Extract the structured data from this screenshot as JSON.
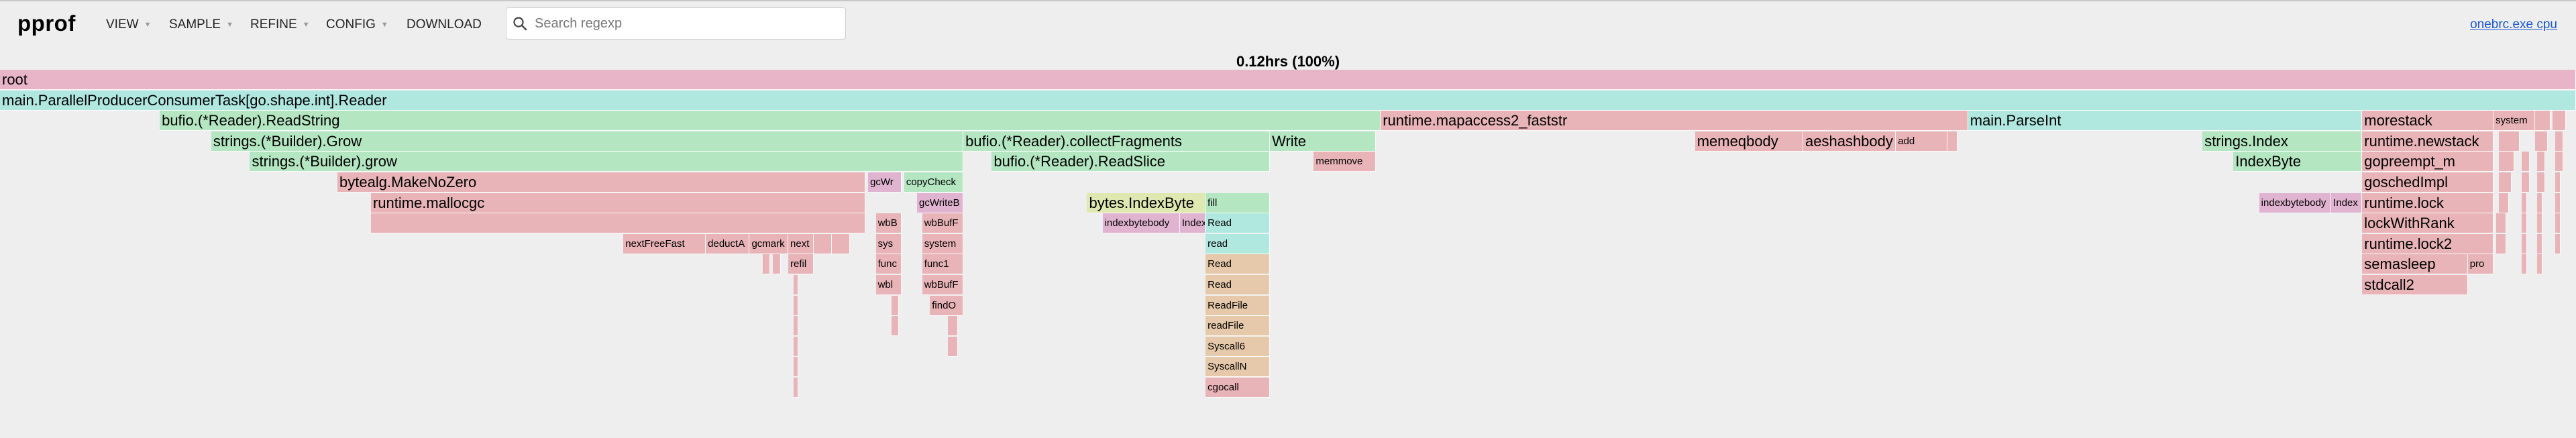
{
  "app": {
    "name": "pprof",
    "binary_link": "onebrc.exe cpu"
  },
  "menu": [
    {
      "id": "view",
      "label": "VIEW",
      "dropdown": true
    },
    {
      "id": "sample",
      "label": "SAMPLE",
      "dropdown": true
    },
    {
      "id": "refine",
      "label": "REFINE",
      "dropdown": true
    },
    {
      "id": "config",
      "label": "CONFIG",
      "dropdown": true
    },
    {
      "id": "download",
      "label": "DOWNLOAD",
      "dropdown": false
    }
  ],
  "search": {
    "placeholder": "Search regexp",
    "value": "",
    "icon": "search-icon"
  },
  "flamegraph": {
    "title": "0.12hrs (100%)",
    "colors": {
      "root": "#e8b4c8",
      "teal": "#b0e8e0",
      "green": "#b4e6c2",
      "pink": "#e8b4b8",
      "orange": "#e6c9aa",
      "yellow": "#dfe8b0",
      "lilac": "#e0b4d0"
    },
    "frames": [
      {
        "name": "root",
        "start": 0.0,
        "end": 100.0,
        "depth": 0,
        "color": "root"
      },
      {
        "name": "main.ParallelProducerConsumerTask[go.shape.int].Reader",
        "start": 0.0,
        "end": 100.0,
        "depth": 1,
        "color": "teal"
      },
      {
        "name": "bufio.(*Reader).ReadString",
        "start": 6.2,
        "end": 53.6,
        "depth": 2,
        "color": "green"
      },
      {
        "name": "runtime.mapaccess2_faststr",
        "start": 53.6,
        "end": 76.4,
        "depth": 2,
        "color": "pink"
      },
      {
        "name": "main.ParseInt",
        "start": 76.4,
        "end": 91.7,
        "depth": 2,
        "color": "teal"
      },
      {
        "name": "morestack",
        "start": 91.7,
        "end": 96.8,
        "depth": 2,
        "color": "pink"
      },
      {
        "name": "system",
        "start": 96.8,
        "end": 98.4,
        "depth": 2,
        "color": "pink"
      },
      {
        "name": "",
        "start": 98.4,
        "end": 99.0,
        "depth": 2,
        "color": "pink"
      },
      {
        "name": "",
        "start": 99.1,
        "end": 99.6,
        "depth": 2,
        "color": "pink"
      },
      {
        "name": "strings.(*Builder).Grow",
        "start": 8.2,
        "end": 37.4,
        "depth": 3,
        "color": "green"
      },
      {
        "name": "bufio.(*Reader).collectFragments",
        "start": 37.4,
        "end": 49.3,
        "depth": 3,
        "color": "green"
      },
      {
        "name": "Write",
        "start": 49.3,
        "end": 53.4,
        "depth": 3,
        "color": "green"
      },
      {
        "name": "memeqbody",
        "start": 65.8,
        "end": 70.0,
        "depth": 3,
        "color": "pink"
      },
      {
        "name": "aeshashbody",
        "start": 70.0,
        "end": 73.6,
        "depth": 3,
        "color": "pink"
      },
      {
        "name": "add",
        "start": 73.6,
        "end": 75.6,
        "depth": 3,
        "color": "pink"
      },
      {
        "name": "",
        "start": 75.6,
        "end": 76.0,
        "depth": 3,
        "color": "pink"
      },
      {
        "name": "strings.Index",
        "start": 85.5,
        "end": 91.7,
        "depth": 3,
        "color": "green"
      },
      {
        "name": "runtime.newstack",
        "start": 91.7,
        "end": 96.8,
        "depth": 3,
        "color": "pink"
      },
      {
        "name": "",
        "start": 97.0,
        "end": 97.8,
        "depth": 3,
        "color": "pink"
      },
      {
        "name": "",
        "start": 98.4,
        "end": 98.9,
        "depth": 3,
        "color": "pink"
      },
      {
        "name": "strings.(*Builder).grow",
        "start": 9.7,
        "end": 37.4,
        "depth": 4,
        "color": "green"
      },
      {
        "name": "bufio.(*Reader).ReadSlice",
        "start": 38.5,
        "end": 49.3,
        "depth": 4,
        "color": "green"
      },
      {
        "name": "memmove",
        "start": 51.0,
        "end": 53.4,
        "depth": 4,
        "color": "pink"
      },
      {
        "name": "IndexByte",
        "start": 86.7,
        "end": 91.7,
        "depth": 4,
        "color": "green"
      },
      {
        "name": "gopreempt_m",
        "start": 91.7,
        "end": 96.8,
        "depth": 4,
        "color": "pink"
      },
      {
        "name": "",
        "start": 97.0,
        "end": 97.6,
        "depth": 4,
        "color": "pink"
      },
      {
        "name": "bytealg.MakeNoZero",
        "start": 13.1,
        "end": 33.6,
        "depth": 5,
        "color": "pink"
      },
      {
        "name": "gcWr",
        "start": 33.7,
        "end": 35.0,
        "depth": 5,
        "color": "lilac"
      },
      {
        "name": "copyCheck",
        "start": 35.1,
        "end": 37.4,
        "depth": 5,
        "color": "green"
      },
      {
        "name": "goschedImpl",
        "start": 91.7,
        "end": 96.8,
        "depth": 5,
        "color": "pink"
      },
      {
        "name": "",
        "start": 97.0,
        "end": 97.5,
        "depth": 5,
        "color": "pink"
      },
      {
        "name": "bytes.IndexByte",
        "start": 42.2,
        "end": 46.8,
        "depth": 6,
        "color": "yellow"
      },
      {
        "name": "fill",
        "start": 46.8,
        "end": 49.3,
        "depth": 6,
        "color": "green"
      },
      {
        "name": "runtime.mallocgc",
        "start": 14.4,
        "end": 33.6,
        "depth": 6,
        "color": "pink"
      },
      {
        "name": "gcWriteB",
        "start": 35.6,
        "end": 37.4,
        "depth": 6,
        "color": "lilac"
      },
      {
        "name": "indexbytebody",
        "start": 87.7,
        "end": 90.5,
        "depth": 6,
        "color": "lilac"
      },
      {
        "name": "Index",
        "start": 90.5,
        "end": 91.7,
        "depth": 6,
        "color": "lilac"
      },
      {
        "name": "runtime.lock",
        "start": 91.7,
        "end": 96.8,
        "depth": 6,
        "color": "pink"
      },
      {
        "name": "",
        "start": 97.0,
        "end": 97.4,
        "depth": 6,
        "color": "pink"
      },
      {
        "name": "indexbytebody",
        "start": 42.8,
        "end": 45.8,
        "depth": 7,
        "color": "lilac"
      },
      {
        "name": "Index",
        "start": 45.8,
        "end": 46.8,
        "depth": 7,
        "color": "lilac"
      },
      {
        "name": "Read",
        "start": 46.8,
        "end": 49.3,
        "depth": 7,
        "color": "teal"
      },
      {
        "name": "wbB",
        "start": 34.0,
        "end": 35.0,
        "depth": 7,
        "color": "pink"
      },
      {
        "name": "wbBufF",
        "start": 35.8,
        "end": 37.4,
        "depth": 7,
        "color": "pink"
      },
      {
        "name": "lockWithRank",
        "start": 91.7,
        "end": 96.8,
        "depth": 7,
        "color": "pink"
      },
      {
        "name": "",
        "start": 14.4,
        "end": 33.6,
        "depth": 7,
        "color": "pink"
      },
      {
        "name": "nextFreeFast",
        "start": 24.2,
        "end": 27.4,
        "depth": 8,
        "color": "pink"
      },
      {
        "name": "deductA",
        "start": 27.4,
        "end": 29.1,
        "depth": 8,
        "color": "pink"
      },
      {
        "name": "gcmark",
        "start": 29.1,
        "end": 30.6,
        "depth": 8,
        "color": "pink"
      },
      {
        "name": "next",
        "start": 30.6,
        "end": 31.6,
        "depth": 8,
        "color": "pink"
      },
      {
        "name": "",
        "start": 31.6,
        "end": 32.3,
        "depth": 8,
        "color": "pink"
      },
      {
        "name": "",
        "start": 32.3,
        "end": 33.0,
        "depth": 8,
        "color": "pink"
      },
      {
        "name": "sys",
        "start": 34.0,
        "end": 35.0,
        "depth": 8,
        "color": "pink"
      },
      {
        "name": "system",
        "start": 35.8,
        "end": 37.4,
        "depth": 8,
        "color": "pink"
      },
      {
        "name": "read",
        "start": 46.8,
        "end": 49.3,
        "depth": 8,
        "color": "teal"
      },
      {
        "name": "runtime.lock2",
        "start": 91.7,
        "end": 96.8,
        "depth": 8,
        "color": "pink"
      },
      {
        "name": "refil",
        "start": 30.6,
        "end": 31.6,
        "depth": 9,
        "color": "pink"
      },
      {
        "name": "func",
        "start": 34.0,
        "end": 35.0,
        "depth": 9,
        "color": "pink"
      },
      {
        "name": "func1",
        "start": 35.8,
        "end": 37.4,
        "depth": 9,
        "color": "pink"
      },
      {
        "name": "Read",
        "start": 46.8,
        "end": 49.3,
        "depth": 9,
        "color": "orange"
      },
      {
        "name": "semasleep",
        "start": 91.7,
        "end": 95.8,
        "depth": 9,
        "color": "pink"
      },
      {
        "name": "pro",
        "start": 95.8,
        "end": 96.8,
        "depth": 9,
        "color": "pink"
      },
      {
        "name": "wbl",
        "start": 34.0,
        "end": 35.0,
        "depth": 10,
        "color": "pink"
      },
      {
        "name": "wbBufF",
        "start": 35.8,
        "end": 37.4,
        "depth": 10,
        "color": "pink"
      },
      {
        "name": "Read",
        "start": 46.8,
        "end": 49.3,
        "depth": 10,
        "color": "orange"
      },
      {
        "name": "stdcall2",
        "start": 91.7,
        "end": 95.8,
        "depth": 10,
        "color": "pink"
      },
      {
        "name": "findO",
        "start": 36.1,
        "end": 37.4,
        "depth": 11,
        "color": "pink"
      },
      {
        "name": "ReadFile",
        "start": 46.8,
        "end": 49.3,
        "depth": 11,
        "color": "orange"
      },
      {
        "name": "readFile",
        "start": 46.8,
        "end": 49.3,
        "depth": 12,
        "color": "orange"
      },
      {
        "name": "Syscall6",
        "start": 46.8,
        "end": 49.3,
        "depth": 13,
        "color": "orange"
      },
      {
        "name": "SyscallN",
        "start": 46.8,
        "end": 49.3,
        "depth": 14,
        "color": "orange"
      },
      {
        "name": "cgocall",
        "start": 46.8,
        "end": 49.3,
        "depth": 15,
        "color": "pink"
      },
      {
        "name": "",
        "start": 29.6,
        "end": 29.9,
        "depth": 9,
        "color": "pink"
      },
      {
        "name": "",
        "start": 30.0,
        "end": 30.3,
        "depth": 9,
        "color": "pink"
      },
      {
        "name": "",
        "start": 30.8,
        "end": 31.0,
        "depth": 10,
        "color": "pink"
      },
      {
        "name": "",
        "start": 30.8,
        "end": 31.0,
        "depth": 11,
        "color": "pink"
      },
      {
        "name": "",
        "start": 30.8,
        "end": 31.0,
        "depth": 12,
        "color": "pink"
      },
      {
        "name": "",
        "start": 30.8,
        "end": 31.0,
        "depth": 13,
        "color": "pink"
      },
      {
        "name": "",
        "start": 30.8,
        "end": 31.0,
        "depth": 14,
        "color": "pink"
      },
      {
        "name": "",
        "start": 30.8,
        "end": 31.0,
        "depth": 15,
        "color": "pink"
      },
      {
        "name": "",
        "start": 34.6,
        "end": 34.9,
        "depth": 11,
        "color": "pink"
      },
      {
        "name": "",
        "start": 34.6,
        "end": 34.9,
        "depth": 12,
        "color": "pink"
      },
      {
        "name": "",
        "start": 36.8,
        "end": 37.2,
        "depth": 12,
        "color": "pink"
      },
      {
        "name": "",
        "start": 36.8,
        "end": 37.2,
        "depth": 13,
        "color": "pink"
      },
      {
        "name": "",
        "start": 96.9,
        "end": 97.3,
        "depth": 7,
        "color": "pink"
      },
      {
        "name": "",
        "start": 96.9,
        "end": 97.3,
        "depth": 8,
        "color": "pink"
      },
      {
        "name": "",
        "start": 97.9,
        "end": 98.2,
        "depth": 4,
        "color": "pink"
      },
      {
        "name": "",
        "start": 97.9,
        "end": 98.2,
        "depth": 5,
        "color": "pink"
      },
      {
        "name": "",
        "start": 97.9,
        "end": 98.1,
        "depth": 6,
        "color": "pink"
      },
      {
        "name": "",
        "start": 97.9,
        "end": 98.1,
        "depth": 7,
        "color": "pink"
      },
      {
        "name": "",
        "start": 97.9,
        "end": 98.1,
        "depth": 8,
        "color": "pink"
      },
      {
        "name": "",
        "start": 97.9,
        "end": 98.1,
        "depth": 9,
        "color": "pink"
      },
      {
        "name": "",
        "start": 98.5,
        "end": 98.8,
        "depth": 4,
        "color": "pink"
      },
      {
        "name": "",
        "start": 98.5,
        "end": 98.8,
        "depth": 5,
        "color": "pink"
      },
      {
        "name": "",
        "start": 98.5,
        "end": 98.7,
        "depth": 6,
        "color": "pink"
      },
      {
        "name": "",
        "start": 98.5,
        "end": 98.7,
        "depth": 7,
        "color": "pink"
      },
      {
        "name": "",
        "start": 98.5,
        "end": 98.7,
        "depth": 8,
        "color": "pink"
      },
      {
        "name": "",
        "start": 98.5,
        "end": 98.7,
        "depth": 9,
        "color": "pink"
      },
      {
        "name": "",
        "start": 99.2,
        "end": 99.5,
        "depth": 3,
        "color": "pink"
      },
      {
        "name": "",
        "start": 99.2,
        "end": 99.5,
        "depth": 4,
        "color": "pink"
      },
      {
        "name": "",
        "start": 99.2,
        "end": 99.4,
        "depth": 5,
        "color": "pink"
      },
      {
        "name": "",
        "start": 99.2,
        "end": 99.4,
        "depth": 6,
        "color": "pink"
      },
      {
        "name": "",
        "start": 99.2,
        "end": 99.4,
        "depth": 7,
        "color": "pink"
      },
      {
        "name": "",
        "start": 99.2,
        "end": 99.4,
        "depth": 8,
        "color": "pink"
      }
    ]
  }
}
